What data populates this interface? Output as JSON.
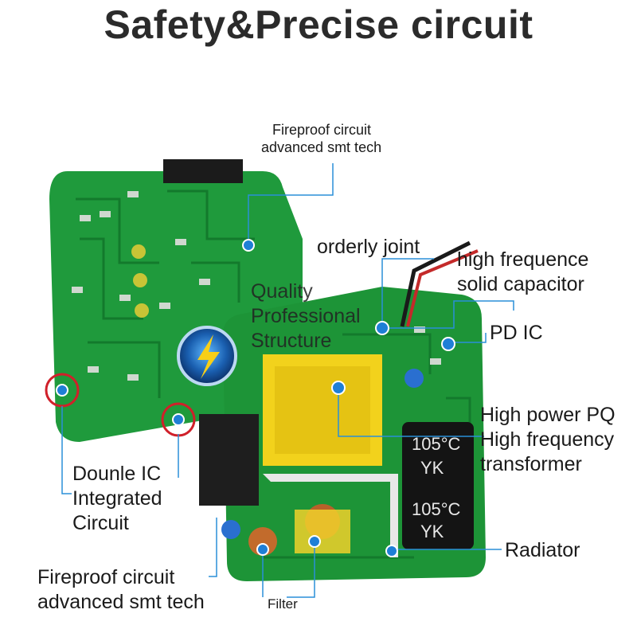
{
  "title": "Safety&Precise circuit",
  "labels": {
    "fireproof_top": [
      "Fireproof circuit",
      "advanced smt tech"
    ],
    "orderly_joint": "orderly joint",
    "high_frequence_capacitor": [
      "high frequence",
      "solid capacitor"
    ],
    "quality_structure": [
      "Quality",
      "Professional",
      "Structure"
    ],
    "pd_ic": "PD IC",
    "transformer": [
      "High power PQ",
      "High frequency",
      "transformer"
    ],
    "dounle_ic": [
      "Dounle IC",
      "Integrated",
      "Circuit"
    ],
    "radiator": "Radiator",
    "fireproof_bottom": [
      "Fireproof circuit",
      "advanced smt tech"
    ],
    "filter": "Filter"
  },
  "capacitor_markings": [
    "105°C",
    "YK",
    "105°C",
    "YK"
  ],
  "colors": {
    "pcb_green": "#1f9a3c",
    "pcb_dark": "#137a2c",
    "callout_line": "#2a8fd8",
    "marker_blue": "#1f7fd6",
    "highlight_red": "#d0202a",
    "transformer_yellow": "#f2d21c",
    "capacitor_black": "#141414"
  },
  "icons": [
    "lightning-bolt-icon"
  ]
}
